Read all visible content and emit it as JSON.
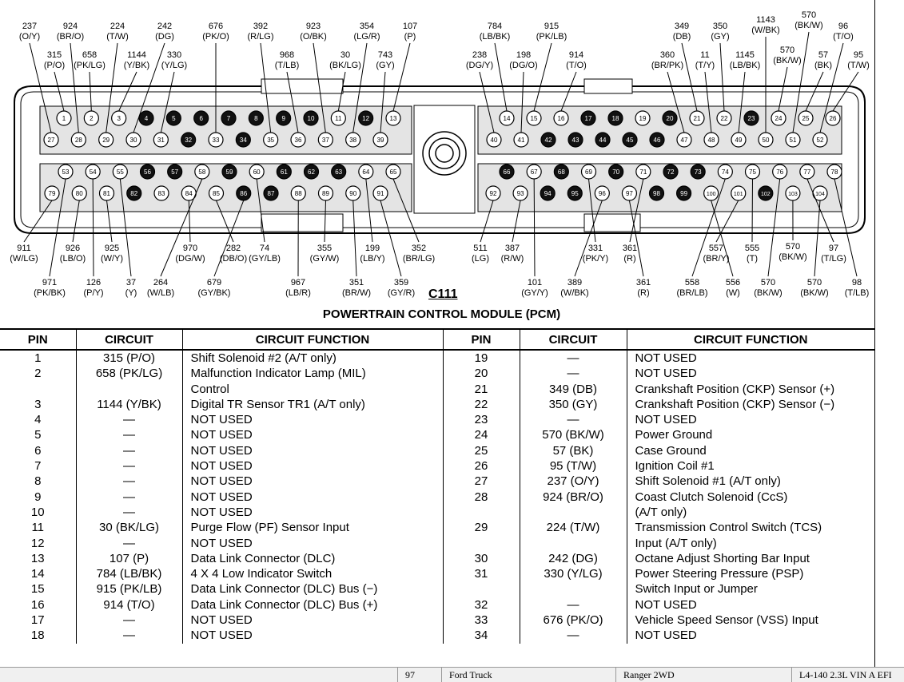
{
  "connector_id": "C111",
  "title": "POWERTRAIN CONTROL MODULE (PCM)",
  "filled_pins": [
    4,
    5,
    6,
    7,
    8,
    9,
    10,
    12,
    32,
    34,
    42,
    43,
    44,
    45,
    46,
    23,
    17,
    18,
    20,
    56,
    57,
    59,
    61,
    62,
    63,
    82,
    86,
    87,
    66,
    68,
    70,
    72,
    73,
    94,
    95,
    98,
    99,
    102
  ],
  "table_headers": [
    "PIN",
    "CIRCUIT",
    "CIRCUIT FUNCTION",
    "PIN",
    "CIRCUIT",
    "CIRCUIT FUNCTION"
  ],
  "table_rows": [
    [
      "1",
      "315 (P/O)",
      "Shift Solenoid #2 (A/T only)",
      "19",
      "—",
      "NOT USED"
    ],
    [
      "2",
      "658 (PK/LG)",
      "Malfunction Indicator Lamp (MIL)",
      "20",
      "—",
      "NOT USED"
    ],
    [
      "",
      "",
      "Control",
      "21",
      "349 (DB)",
      "Crankshaft Position (CKP) Sensor (+)"
    ],
    [
      "3",
      "1144 (Y/BK)",
      "Digital TR Sensor TR1 (A/T only)",
      "22",
      "350 (GY)",
      "Crankshaft Position (CKP) Sensor (−)"
    ],
    [
      "4",
      "—",
      "NOT USED",
      "23",
      "—",
      "NOT USED"
    ],
    [
      "5",
      "—",
      "NOT USED",
      "24",
      "570 (BK/W)",
      "Power Ground"
    ],
    [
      "6",
      "—",
      "NOT USED",
      "25",
      "57 (BK)",
      "Case Ground"
    ],
    [
      "7",
      "—",
      "NOT USED",
      "26",
      "95 (T/W)",
      "Ignition Coil #1"
    ],
    [
      "8",
      "—",
      "NOT USED",
      "27",
      "237 (O/Y)",
      "Shift Solenoid #1 (A/T only)"
    ],
    [
      "9",
      "—",
      "NOT USED",
      "28",
      "924 (BR/O)",
      "Coast Clutch Solenoid (CcS)"
    ],
    [
      "10",
      "—",
      "NOT USED",
      "",
      "",
      "(A/T only)"
    ],
    [
      "11",
      "30 (BK/LG)",
      "Purge Flow (PF) Sensor Input",
      "29",
      "224 (T/W)",
      "Transmission Control Switch (TCS)"
    ],
    [
      "12",
      "—",
      "NOT USED",
      "",
      "",
      "Input (A/T only)"
    ],
    [
      "13",
      "107 (P)",
      "Data Link Connector (DLC)",
      "30",
      "242 (DG)",
      "Octane Adjust Shorting Bar Input"
    ],
    [
      "14",
      "784 (LB/BK)",
      "4 X 4 Low Indicator Switch",
      "31",
      "330 (Y/LG)",
      "Power Steering Pressure (PSP)"
    ],
    [
      "15",
      "915 (PK/LB)",
      "Data Link Connector (DLC) Bus (−)",
      "",
      "",
      "Switch Input or Jumper"
    ],
    [
      "16",
      "914 (T/O)",
      "Data Link Connector (DLC) Bus (+)",
      "32",
      "—",
      "NOT USED"
    ],
    [
      "17",
      "—",
      "NOT USED",
      "33",
      "676 (PK/O)",
      "Vehicle Speed Sensor (VSS) Input"
    ],
    [
      "18",
      "—",
      "NOT USED",
      "34",
      "—",
      "NOT USED"
    ]
  ],
  "footer": {
    "page": "97",
    "make": "Ford Truck",
    "model": "Ranger 2WD",
    "engine": "L4-140 2.3L VIN A EFI"
  },
  "top_labels": [
    {
      "num": "237",
      "code": "(O/Y)",
      "pin": 27
    },
    {
      "num": "924",
      "code": "(BR/O)",
      "pin": 28
    },
    {
      "num": "224",
      "code": "(T/W)",
      "pin": 29
    },
    {
      "num": "242",
      "code": "(DG)",
      "pin": 30
    },
    {
      "num": "676",
      "code": "(PK/O)",
      "pin": 33
    },
    {
      "num": "392",
      "code": "(R/LG)",
      "pin": 35
    },
    {
      "num": "923",
      "code": "(O/BK)",
      "pin": 37
    },
    {
      "num": "354",
      "code": "(LG/R)",
      "pin": 38
    },
    {
      "num": "107",
      "code": "(P)",
      "pin": 13
    },
    {
      "num": "315",
      "code": "(P/O)",
      "pin": 1
    },
    {
      "num": "658",
      "code": "(PK/LG)",
      "pin": 2
    },
    {
      "num": "1144",
      "code": "(Y/BK)",
      "pin": 3
    },
    {
      "num": "330",
      "code": "(Y/LG)",
      "pin": 31
    },
    {
      "num": "968",
      "code": "(T/LB)",
      "pin": 36
    },
    {
      "num": "30",
      "code": "(BK/LG)",
      "pin": 11
    },
    {
      "num": "743",
      "code": "(GY)",
      "pin": 39
    },
    {
      "num": "784",
      "code": "(LB/BK)",
      "pin": 14
    },
    {
      "num": "915",
      "code": "(PK/LB)",
      "pin": 15
    },
    {
      "num": "238",
      "code": "(DG/Y)",
      "pin": 40
    },
    {
      "num": "198",
      "code": "(DG/O)",
      "pin": 41
    },
    {
      "num": "914",
      "code": "(T/O)",
      "pin": 16
    },
    {
      "num": "349",
      "code": "(DB)",
      "pin": 21
    },
    {
      "num": "350",
      "code": "(GY)",
      "pin": 22
    },
    {
      "num": "1143",
      "code": "(W/BK)",
      "pin": 50
    },
    {
      "num": "570",
      "code": "(BK/W)",
      "pin": 51
    },
    {
      "num": "96",
      "code": "(T/O)",
      "pin": 52
    },
    {
      "num": "360",
      "code": "(BR/PK)",
      "pin": 47
    },
    {
      "num": "11",
      "code": "(T/Y)",
      "pin": 48
    },
    {
      "num": "1145",
      "code": "(LB/BK)",
      "pin": 49
    },
    {
      "num": "570",
      "code": "(BK/W)",
      "pin": 24
    },
    {
      "num": "57",
      "code": "(BK)",
      "pin": 25
    },
    {
      "num": "95",
      "code": "(T/W)",
      "pin": 26
    }
  ],
  "bottom_labels": [
    {
      "num": "911",
      "code": "(W/LG)",
      "pin": 79
    },
    {
      "num": "926",
      "code": "(LB/O)",
      "pin": 80
    },
    {
      "num": "925",
      "code": "(W/Y)",
      "pin": 81
    },
    {
      "num": "970",
      "code": "(DG/W)",
      "pin": 84
    },
    {
      "num": "282",
      "code": "(DB/O)",
      "pin": 85
    },
    {
      "num": "74",
      "code": "(GY/LB)",
      "pin": 60
    },
    {
      "num": "355",
      "code": "(GY/W)",
      "pin": 89
    },
    {
      "num": "199",
      "code": "(LB/Y)",
      "pin": 64
    },
    {
      "num": "352",
      "code": "(BR/LG)",
      "pin": 65
    },
    {
      "num": "971",
      "code": "(PK/BK)",
      "pin": 53
    },
    {
      "num": "126",
      "code": "(P/Y)",
      "pin": 54
    },
    {
      "num": "37",
      "code": "(Y)",
      "pin": 55
    },
    {
      "num": "264",
      "code": "(W/LB)",
      "pin": 58
    },
    {
      "num": "679",
      "code": "(GY/BK)",
      "pin": 86
    },
    {
      "num": "967",
      "code": "(LB/R)",
      "pin": 88
    },
    {
      "num": "351",
      "code": "(BR/W)",
      "pin": 90
    },
    {
      "num": "359",
      "code": "(GY/R)",
      "pin": 91
    },
    {
      "num": "511",
      "code": "(LG)",
      "pin": 92
    },
    {
      "num": "387",
      "code": "(R/W)",
      "pin": 93
    },
    {
      "num": "331",
      "code": "(PK/Y)",
      "pin": 69
    },
    {
      "num": "361",
      "code": "(R)",
      "pin": 71
    },
    {
      "num": "101",
      "code": "(GY/Y)",
      "pin": 67
    },
    {
      "num": "389",
      "code": "(W/BK)",
      "pin": 96
    },
    {
      "num": "361",
      "code": "(R)",
      "pin": 97
    },
    {
      "num": "557",
      "code": "(BR/Y)",
      "pin": 101
    },
    {
      "num": "555",
      "code": "(T)",
      "pin": 75
    },
    {
      "num": "570",
      "code": "(BK/W)",
      "pin": 103
    },
    {
      "num": "97",
      "code": "(T/LG)",
      "pin": 77
    },
    {
      "num": "558",
      "code": "(BR/LB)",
      "pin": 74
    },
    {
      "num": "556",
      "code": "(W)",
      "pin": 100
    },
    {
      "num": "570",
      "code": "(BK/W)",
      "pin": 76
    },
    {
      "num": "570",
      "code": "(BK/W)",
      "pin": 104
    },
    {
      "num": "98",
      "code": "(T/LB)",
      "pin": 78
    }
  ]
}
